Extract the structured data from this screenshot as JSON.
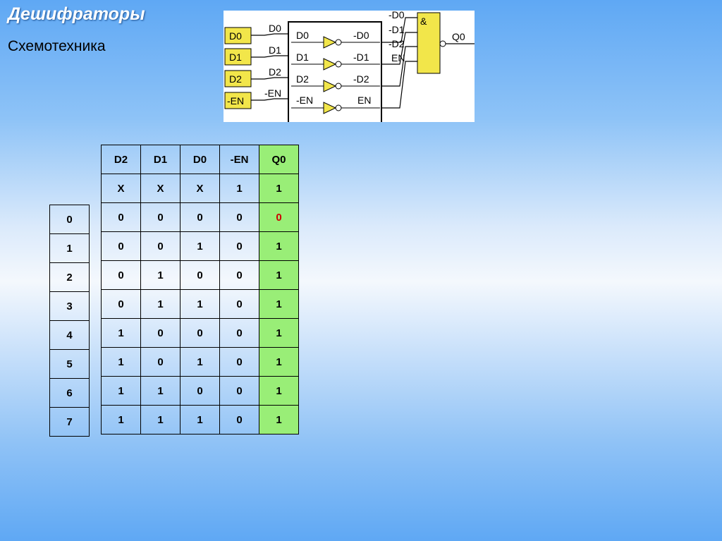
{
  "slide": {
    "title": "Дешифраторы",
    "subtitle": "Схемотехника"
  },
  "diagram": {
    "inputs": [
      "D0",
      "D1",
      "D2",
      "-EN"
    ],
    "wire_labels": [
      "D0",
      "D1",
      "D2",
      "-EN"
    ],
    "block_inputs": [
      "D0",
      "D1",
      "D2",
      "-EN"
    ],
    "block_outputs": [
      "-D0",
      "-D1",
      "-D2",
      "EN"
    ],
    "gate_inputs": [
      "-D0",
      "-D1",
      "-D2",
      "EN"
    ],
    "gate_symbol": "&",
    "output": "Q0",
    "colors": {
      "input_box": "#f2e64a",
      "gate": "#f2e64a",
      "inverter": "#f2e64a",
      "wire": "#000000"
    }
  },
  "truth_table": {
    "headers": [
      "D2",
      "D1",
      "D0",
      "-EN",
      "Q0"
    ],
    "rows": [
      [
        "X",
        "X",
        "X",
        "1",
        "1"
      ],
      [
        "0",
        "0",
        "0",
        "0",
        "0"
      ],
      [
        "0",
        "0",
        "1",
        "0",
        "1"
      ],
      [
        "0",
        "1",
        "0",
        "0",
        "1"
      ],
      [
        "0",
        "1",
        "1",
        "0",
        "1"
      ],
      [
        "1",
        "0",
        "0",
        "0",
        "1"
      ],
      [
        "1",
        "0",
        "1",
        "0",
        "1"
      ],
      [
        "1",
        "1",
        "0",
        "0",
        "1"
      ],
      [
        "1",
        "1",
        "1",
        "0",
        "1"
      ]
    ],
    "highlight_row": 1,
    "colors": {
      "q_column": "#99ee77",
      "highlight_text": "#cc0000"
    }
  },
  "index_column": [
    "0",
    "1",
    "2",
    "3",
    "4",
    "5",
    "6",
    "7"
  ]
}
